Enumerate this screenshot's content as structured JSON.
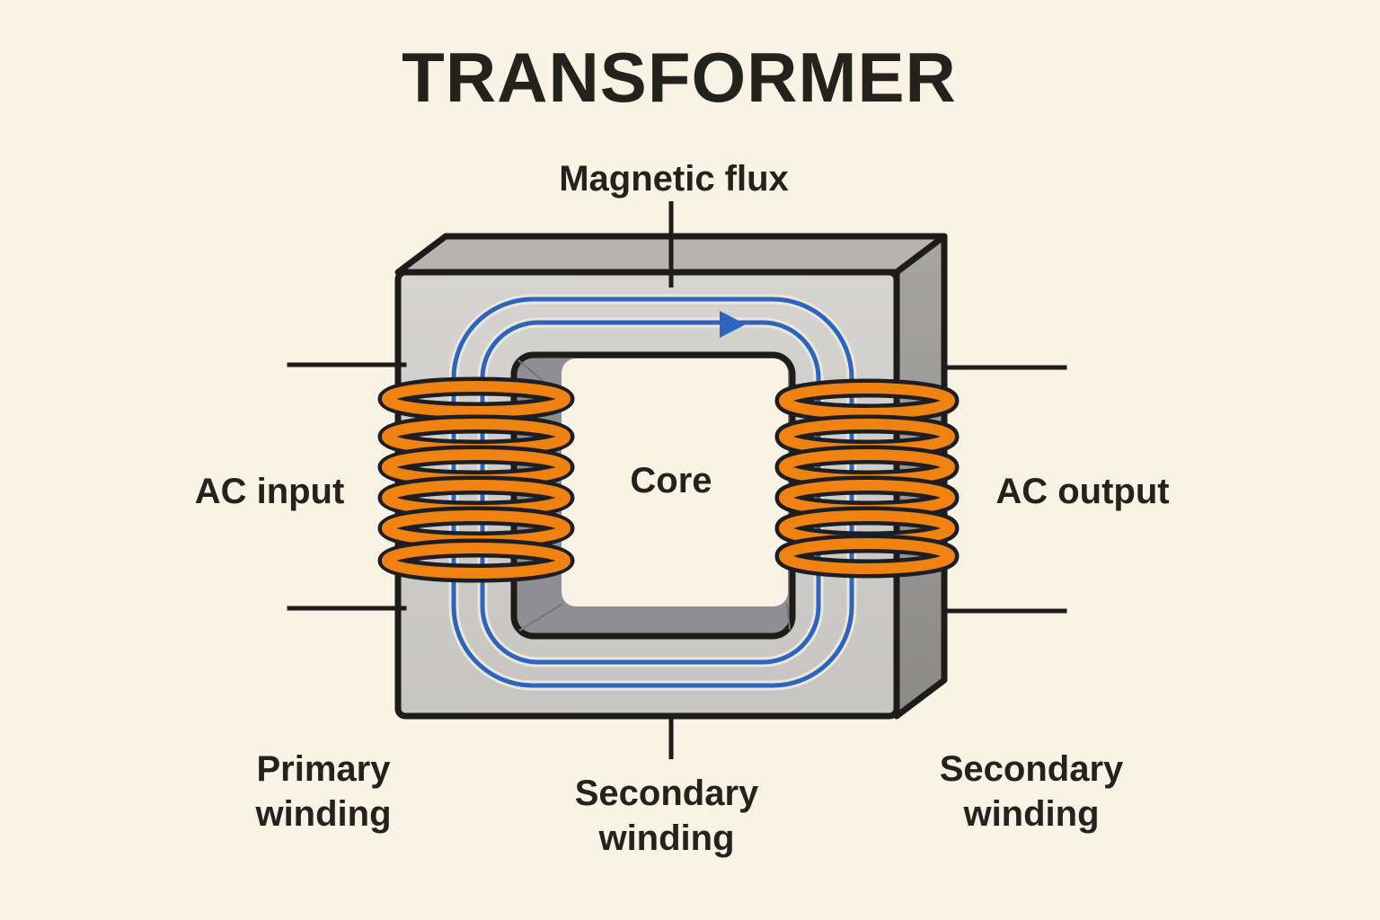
{
  "title": "TRANSFORMER",
  "labels": {
    "magnetic_flux": "Magnetic flux",
    "core": "Core",
    "ac_input": "AC input",
    "ac_output": "AC output",
    "primary_winding": {
      "line1": "Primary",
      "line2": "winding"
    },
    "secondary_winding_bottom": {
      "line1": "Secondary",
      "line2": "winding"
    },
    "secondary_winding_right": {
      "line1": "Secondary",
      "line2": "winding"
    }
  },
  "colors": {
    "background": "#f8f3e5",
    "text": "#23221d",
    "outline": "#1d1c1a",
    "core_front_face": "#cecdcb",
    "core_top_face": "#b5b4b2",
    "core_side_face": "#9a9997",
    "core_inner_wall": "#8f8e93",
    "coil_orange": "#f08212",
    "flux_blue": "#2b65c0",
    "flux_halo": "#ece7d9"
  }
}
